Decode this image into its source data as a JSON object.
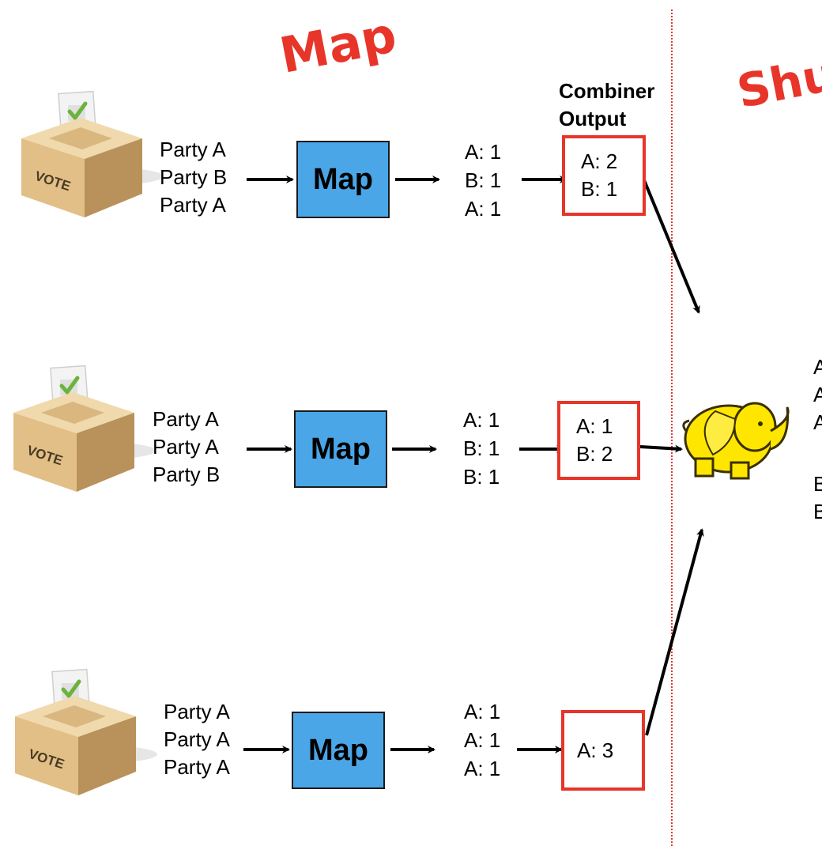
{
  "titles": {
    "map": "Map",
    "shuffle": "Shu"
  },
  "combiner_header": [
    "Combiner",
    "Output"
  ],
  "rows": [
    {
      "votes": [
        "Party A",
        "Party B",
        "Party A"
      ],
      "map_label": "Map",
      "map_output": [
        "A: 1",
        "B: 1",
        "A: 1"
      ],
      "combiner": [
        "A: 2",
        "B: 1"
      ]
    },
    {
      "votes": [
        "Party A",
        "Party A",
        "Party B"
      ],
      "map_label": "Map",
      "map_output": [
        "A: 1",
        "B: 1",
        "B: 1"
      ],
      "combiner": [
        "A: 1",
        "B: 2"
      ]
    },
    {
      "votes": [
        "Party A",
        "Party A",
        "Party A"
      ],
      "map_label": "Map",
      "map_output": [
        "A: 1",
        "A: 1",
        "A: 1"
      ],
      "combiner": [
        "A: 3"
      ]
    }
  ],
  "ballot_label": "VOTE",
  "right_partial": [
    "A",
    "A",
    "A",
    "B",
    "B"
  ],
  "colors": {
    "accent_red": "#e8352a",
    "map_blue": "#4aa6e6",
    "divider": "#e8352a"
  },
  "icons": [
    "ballot-box-icon",
    "hadoop-elephant-icon"
  ]
}
